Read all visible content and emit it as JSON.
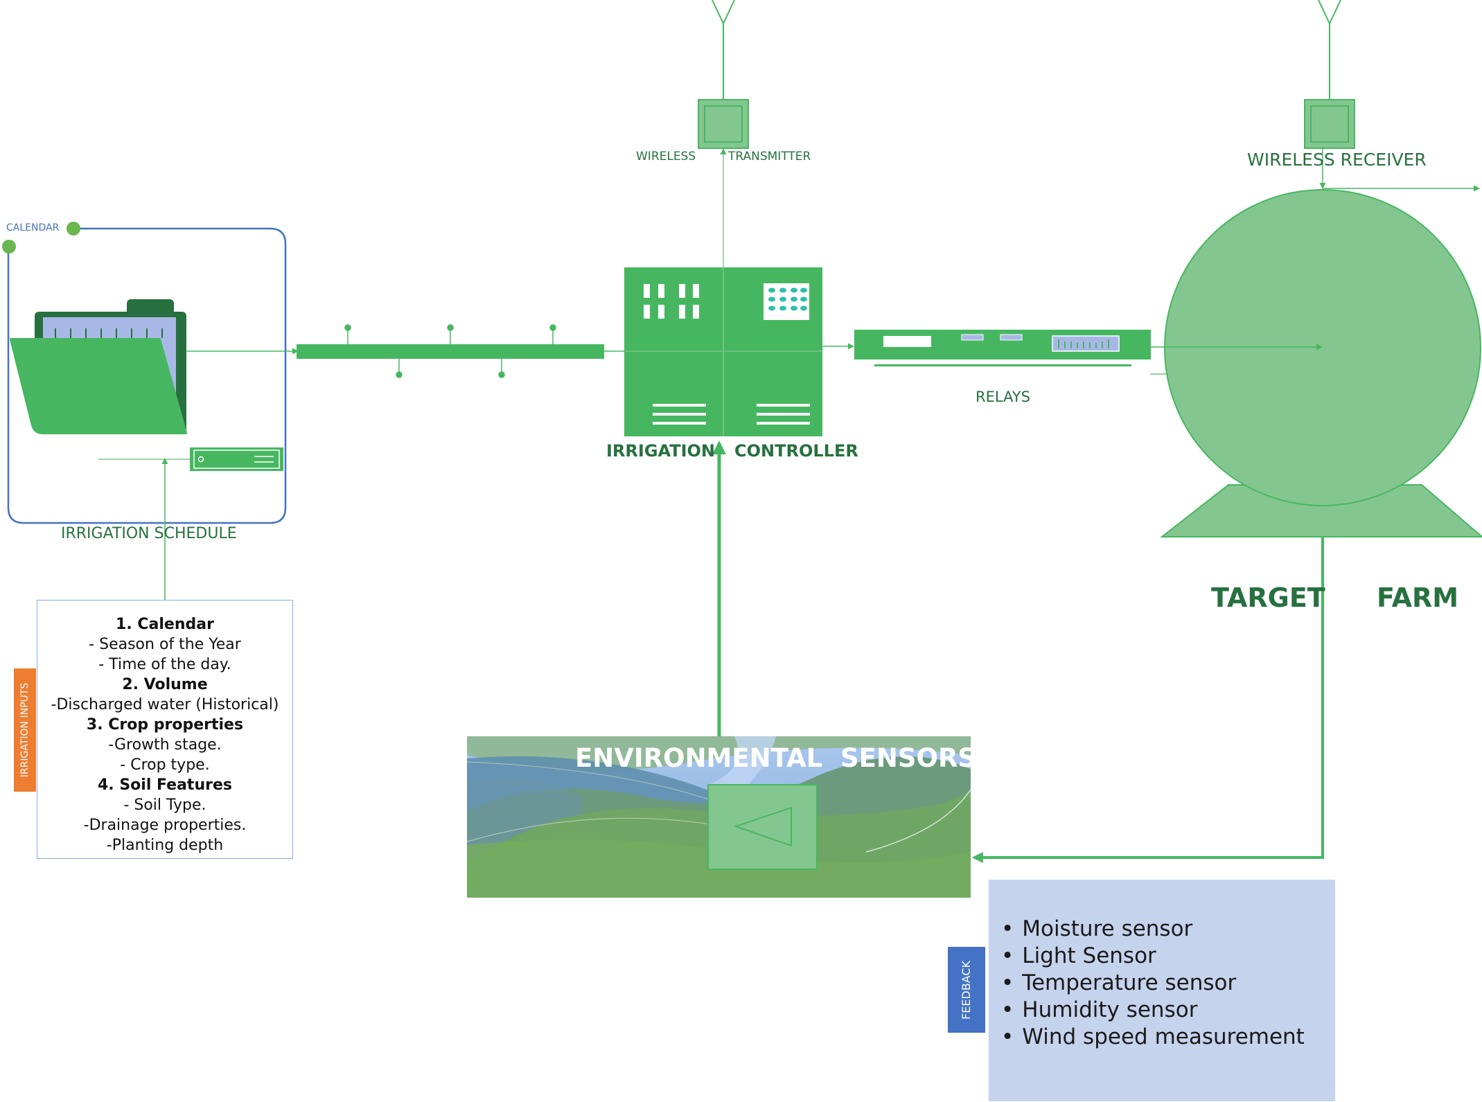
{
  "labels": {
    "calendar": "CALENDAR",
    "irrigation_schedule": "IRRIGATION SCHEDULE",
    "wireless": "WIRELESS",
    "transmitter": "TRANSMITTER",
    "wireless_receiver": "WIRELESS RECEIVER",
    "irrigation": "IRRIGATION",
    "controller": "CONTROLLER",
    "relays": "RELAYS",
    "target": "TARGET",
    "farm": "FARM",
    "environmental_sensors": "ENVIRONMENTAL  SENSORS",
    "irrigation_inputs_tab": "IRRIGATION INPUTS",
    "feedback_tab": "FEEDBACK"
  },
  "irrigation_inputs": {
    "lines": [
      {
        "text": "1. Calendar",
        "bold": true
      },
      {
        "text": "- Season of the Year",
        "bold": false
      },
      {
        "text": "- Time of the day.",
        "bold": false
      },
      {
        "text": "2. Volume",
        "bold": true
      },
      {
        "text": "-Discharged water (Historical)",
        "bold": false
      },
      {
        "text": "3. Crop properties",
        "bold": true
      },
      {
        "text": "-Growth stage.",
        "bold": false
      },
      {
        "text": "- Crop type.",
        "bold": false
      },
      {
        "text": "4. Soil Features",
        "bold": true
      },
      {
        "text": "- Soil Type.",
        "bold": false
      },
      {
        "text": "-Drainage properties.",
        "bold": false
      },
      {
        "text": "-Planting depth",
        "bold": false
      }
    ]
  },
  "sensors": {
    "items": [
      "Moisture sensor",
      "Light Sensor",
      "Temperature sensor",
      "Humidity sensor",
      "Wind speed measurement"
    ]
  },
  "colors": {
    "green_main": "#46b760",
    "green_light": "#84c68f",
    "green_dark": "#27703f",
    "blue_frame": "#4472c4",
    "orange_tab": "#ed7d31",
    "feedback_tab": "#4472c4",
    "sensor_box": "#c5d3ed"
  }
}
